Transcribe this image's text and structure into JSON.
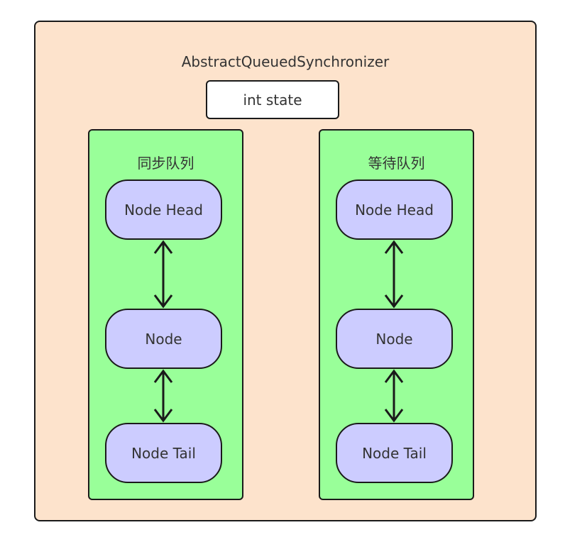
{
  "diagram": {
    "title": "AbstractQueuedSynchronizer",
    "state_label": "int state",
    "queues": [
      {
        "title": "同步队列",
        "nodes": [
          "Node Head",
          "Node",
          "Node Tail"
        ]
      },
      {
        "title": "等待队列",
        "nodes": [
          "Node Head",
          "Node",
          "Node Tail"
        ]
      }
    ],
    "colors": {
      "outer_fill": "#fde3cc",
      "queue_fill": "#99ff99",
      "node_fill": "#ccccff",
      "state_fill": "#ffffff",
      "stroke": "#1a1a1a"
    }
  }
}
